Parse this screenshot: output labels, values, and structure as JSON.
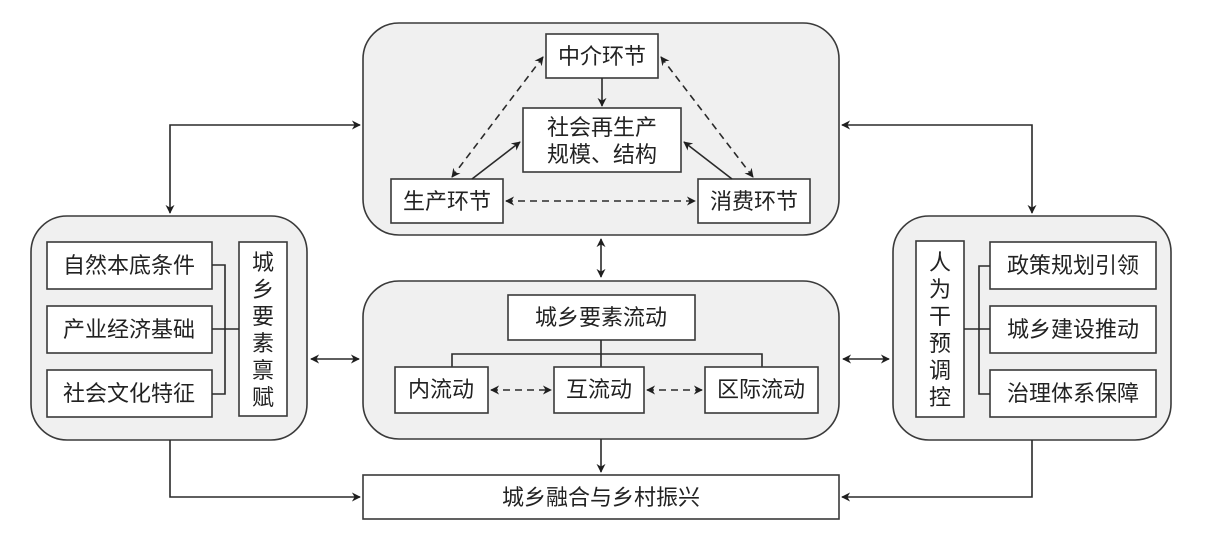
{
  "diagram": {
    "top_panel": {
      "intermediary": "中介环节",
      "social_reproduction_line1": "社会再生产",
      "social_reproduction_line2": "规模、结构",
      "production": "生产环节",
      "consumption": "消费环节"
    },
    "left_panel": {
      "items": [
        "自然本底条件",
        "产业经济基础",
        "社会文化特征"
      ],
      "vertical_label": [
        "城",
        "乡",
        "要",
        "素",
        "禀",
        "赋"
      ]
    },
    "middle_panel": {
      "title": "城乡要素流动",
      "items": [
        "内流动",
        "互流动",
        "区际流动"
      ]
    },
    "right_panel": {
      "vertical_label": [
        "人",
        "为",
        "干",
        "预",
        "调",
        "控"
      ],
      "items": [
        "政策规划引领",
        "城乡建设推动",
        "治理体系保障"
      ]
    },
    "bottom_box": "城乡融合与乡村振兴",
    "colors": {
      "panel_fill": "#f0f0f0",
      "stroke": "#3a3a3a",
      "box_fill": "#ffffff"
    }
  }
}
